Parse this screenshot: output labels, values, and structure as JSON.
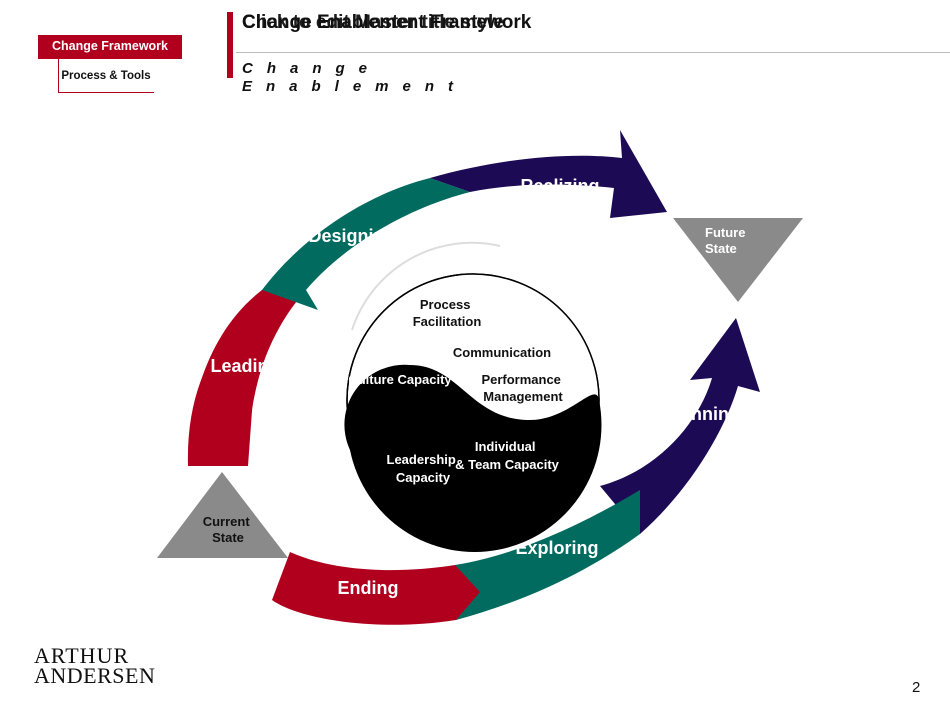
{
  "header": {
    "nav_active": "Change Framework",
    "nav_sub": "Process & Tools",
    "title_primary": "Change Enablement Framework",
    "title_overlay": "Click to edit Master title style",
    "subtitle": "Change Enablement"
  },
  "diagram": {
    "outer_phases": [
      {
        "label": "Realizing",
        "color": "#1c0a55"
      },
      {
        "label": "Designing",
        "color": "#006b5e"
      },
      {
        "label": "Leading",
        "color": "#b0001e"
      },
      {
        "label": "Beginning",
        "color": "#1c0a55"
      },
      {
        "label": "Exploring",
        "color": "#006b5e"
      },
      {
        "label": "Ending",
        "color": "#b0001e"
      }
    ],
    "states": {
      "future": "Future State",
      "current": "Current State"
    },
    "center_labels": {
      "process": "Process Facilitation",
      "communication": "Communication",
      "culture": "Culture Capacity",
      "performance": "Performance Management",
      "individual": "Individual & Team Capacity",
      "leadership": "Leadership Capacity"
    },
    "colors": {
      "state_gray": "#8a8a8a",
      "yin_black": "#000000",
      "text_white": "#ffffff"
    }
  },
  "footer": {
    "logo_line1": "ARTHUR",
    "logo_line2": "ANDERSEN",
    "page_number": "2"
  }
}
